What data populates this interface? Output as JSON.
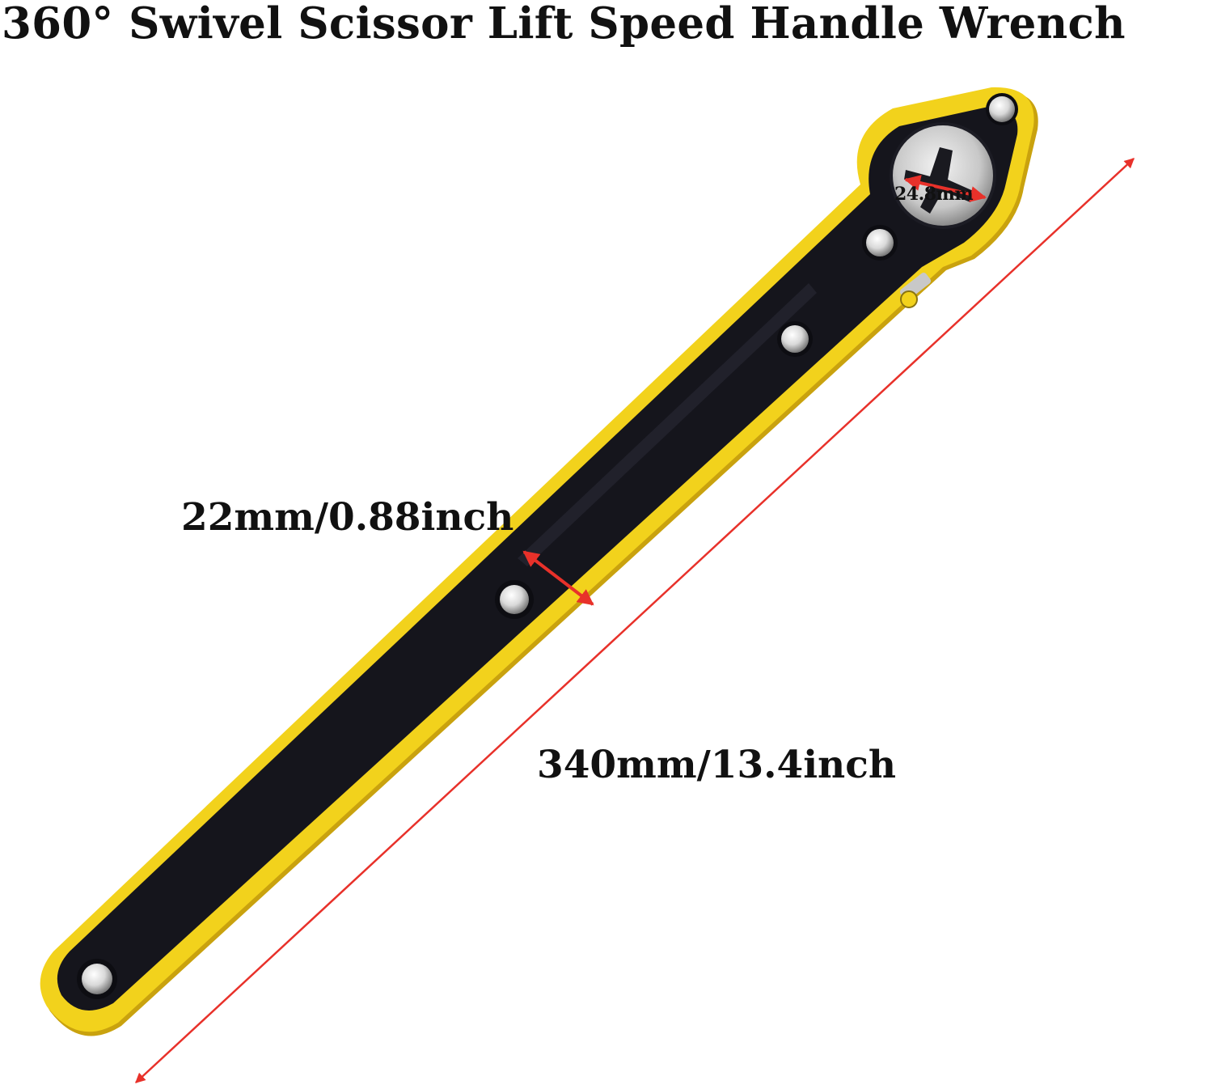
{
  "title": "360°  Swivel Scissor Lift Speed Handle Wrench",
  "dimensions": {
    "width_label": "22mm/0.88inch",
    "length_label": "340mm/13.4inch",
    "socket_label": "24.8mm"
  },
  "colors": {
    "handle_body": "#15151c",
    "handle_edge": "#f2d21c",
    "handle_edge_shadow": "#c9a20e",
    "rivet": "#e7e7e7",
    "arrow": "#e8312a",
    "text": "#111111"
  },
  "icons": {
    "product": "ratchet-wrench-handle",
    "rivet": "rivet-icon",
    "arrow": "double-arrow-icon"
  }
}
